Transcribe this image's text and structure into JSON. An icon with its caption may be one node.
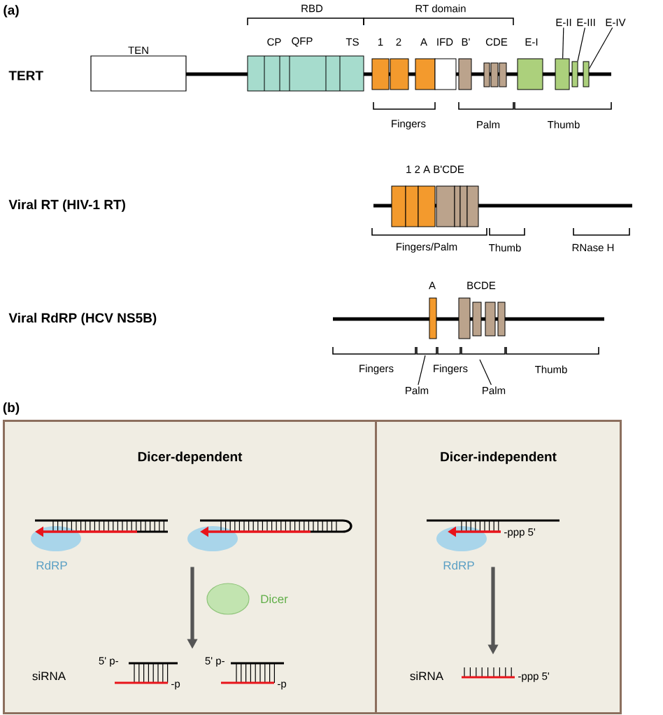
{
  "diagram": {
    "nodes": [
      {
        "text": [
          "TEN"
        ]
      },
      {
        "text": [
          "E-II"
        ]
      },
      {
        "text": [
          "E-III"
        ]
      },
      {
        "text": [
          "E-IV"
        ]
      },
      {
        "text": [],
        "shape": "box"
      },
      {
        "text": [],
        "shape": "box"
      },
      {
        "text": [],
        "shape": "box"
      },
      {
        "text": [
          "Palm"
        ]
      },
      {
        "text": [
          "Palm"
        ]
      },
      {
        "text": [
          "Dicer-dependent"
        ]
      },
      {
        "text": [
          "Dicer-independent"
        ]
      },
      {
        "text": [],
        "shape": "picture",
        "beside": [
          "RdRP"
        ],
        "in": 9
      },
      {
        "text": [],
        "shape": "picture",
        "in": 9
      },
      {
        "text": [],
        "shape": "picture",
        "beside": [
          "RdRP"
        ],
        "in": 10
      },
      {
        "text": [],
        "shape": "picture",
        "in": 10
      },
      {
        "text": [],
        "shape": "circle",
        "beside": [
          "Dicer"
        ],
        "in": 9
      }
    ],
    "edges": [
      {
        "from": 1,
        "to": 4,
        "arrow": "none"
      },
      {
        "from": 2,
        "to": 5,
        "arrow": "none"
      },
      {
        "from": 3,
        "to": 6,
        "arrow": "none"
      },
      {
        "from": 7,
        "to": null,
        "arrow": "none"
      },
      {
        "from": 8,
        "to": null,
        "arrow": "none"
      },
      {
        "from": 11,
        "to": 12,
        "arrow": "to",
        "style": "thick",
        "color": "#555555"
      },
      {
        "from": 13,
        "to": 14,
        "arrow": "to",
        "style": "thick",
        "color": "#555555"
      }
    ],
    "labels": [
      "(a)",
      "RBD",
      "RT domain",
      "CP",
      "QFP",
      "TS",
      "1",
      "2",
      "A",
      "IFD",
      "B'",
      "CDE",
      "E-I",
      "TERT",
      "Fingers",
      "Palm",
      "Thumb",
      "1 2 A B'CDE",
      "Viral RT (HIV-1 RT)",
      "Fingers/Palm",
      "Thumb",
      "RNase H",
      "A",
      "BCDE",
      "Viral RdRP (HCV NS5B)",
      "Fingers",
      "Fingers",
      "Thumb",
      "(b)",
      "siRNA",
      "5' p-",
      "-p",
      "5' p-",
      "-p",
      "-ppp 5'",
      "siRNA",
      "-ppp 5'"
    ]
  }
}
